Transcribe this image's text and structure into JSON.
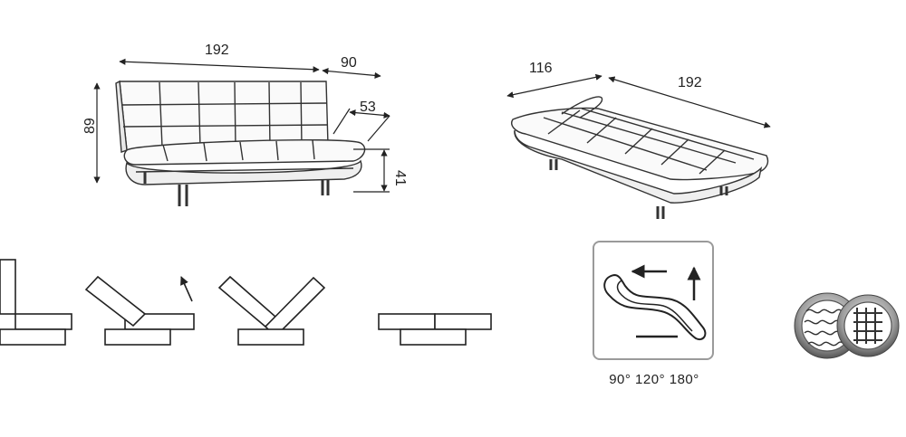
{
  "sofa_front": {
    "width_label": "192",
    "depth_label": "90",
    "height_label": "89",
    "seat_depth_label": "53",
    "seat_height_label": "41"
  },
  "sofa_bed": {
    "depth_label": "116",
    "width_label": "192"
  },
  "positions": {
    "angles_caption": "90° 120° 180°"
  },
  "icons": [
    "sofa-front-drawing",
    "sofa-bed-drawing",
    "upright-position-icon",
    "tilt-position-icon",
    "v-fold-position-icon",
    "flat-bed-position-icon",
    "recline-mechanism-icon",
    "spring-upholstery-icon",
    "webbing-upholstery-icon"
  ]
}
